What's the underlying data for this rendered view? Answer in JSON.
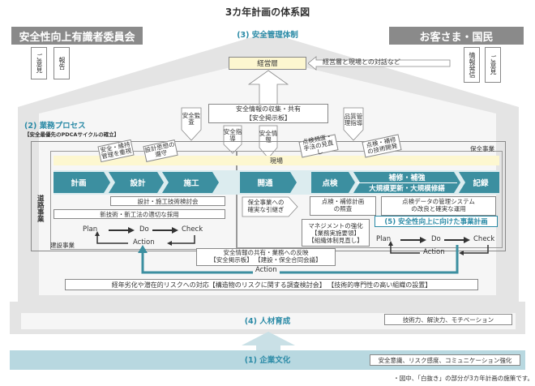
{
  "title": "3カ年計画の体系図",
  "left_header": "安全性向上有識者委員会",
  "right_header": "お客さま・国民",
  "safety_system": "(3) 安全管理体制",
  "left_tags": [
    "ご意見",
    "報告"
  ],
  "right_tags": [
    "情報発信",
    "ご意見"
  ],
  "management": "経営層",
  "dialog": "経営層と現場との対話など",
  "info_collect_line1": "安全情報の収集・共有",
  "info_collect_line2": "【安全掲示板】",
  "safety_audit": "安全監査",
  "safety_guide": "安全指導",
  "safety_info": "安全情報",
  "quality_guide": "品質管理指導",
  "process_title": "(2) 業務プロセス",
  "process_sub": "【安全最優先のPDCAサイクルの確立】",
  "maintenance_business": "保全事業",
  "construction_business": "建設事業",
  "site": "現場",
  "road_business": "道路事業",
  "notes_left": [
    "安全・維持管理を重視",
    "設計思想の遵守"
  ],
  "notes_right": [
    "点検頻度・手法の見直し",
    "点検・補修の技術開発"
  ],
  "steps": {
    "plan": "計画",
    "design": "設計",
    "construct": "施工",
    "open": "開通",
    "inspect": "点検",
    "repair": "補修・補強",
    "renewal": "大規模更新・大規模修繕",
    "record": "記録"
  },
  "design_council": "設計・施工技術検討会",
  "new_tech": "新技術・新工法の適切な採用",
  "handover_line1": "保全事業への",
  "handover_line2": "確実な引継ぎ",
  "inspect_plan_line1": "点検・補修計画",
  "inspect_plan_line2": "の照査",
  "data_system_line1": "点検データの管理システム",
  "data_system_line2": "の改良と確実な運用",
  "mgmt_strength_line1": "マネジメントの強化",
  "mgmt_strength_line2": "【業務実施要領】",
  "mgmt_strength_line3": "【組織体制見直し】",
  "improvement_plan": "(5) 安全性向上に向けた事業計画",
  "pdca": {
    "plan": "Plan",
    "do": "Do",
    "check": "Check",
    "action": "Action"
  },
  "share_line1": "安全情報の共有・業務への反映",
  "share_line2": "【安全掲示板】 【建設・保全合同会議】",
  "action_label": "Action",
  "risk_text": "経年劣化や潜在的リスクへの対応【構造物のリスクに関する調査検討会】 【技術的専門性の高い組織の設置】",
  "hr_title": "(4) 人材育成",
  "hr_detail": "技術力、解決力、モチベーション",
  "culture_title": "(1) 企業文化",
  "culture_detail": "安全意識、リスク感度、コミュニケーション強化",
  "footnote": "・図中、「白抜き」の部分が3カ年計画の施策です。"
}
